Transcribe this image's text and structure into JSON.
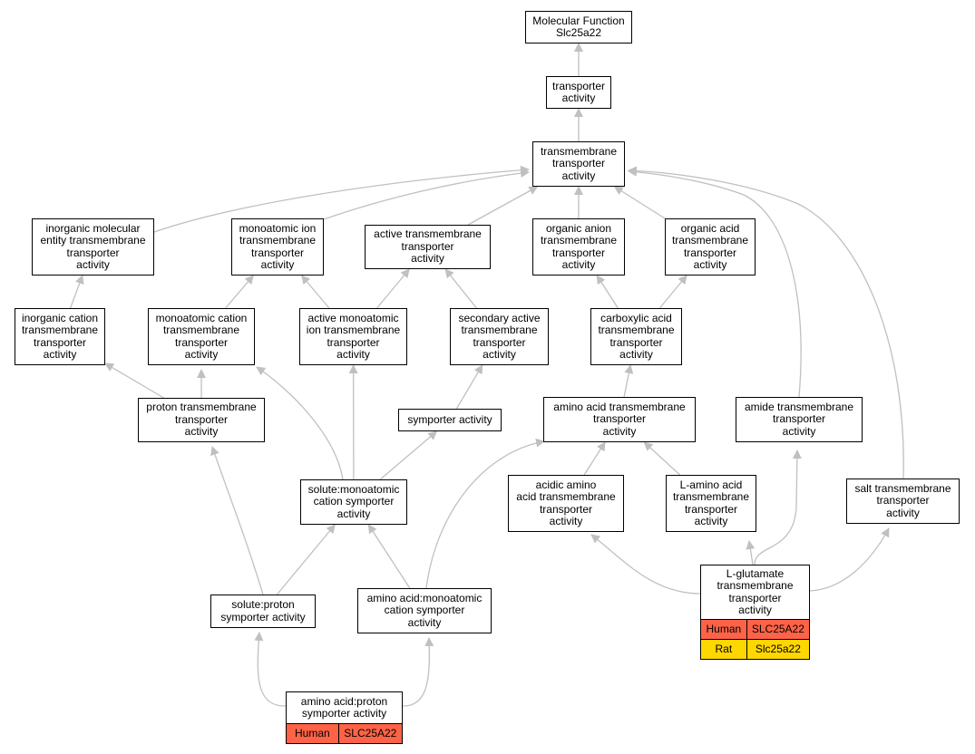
{
  "diagram": {
    "nodes": [
      {
        "id": "mf",
        "label": "Molecular Function\nSlc25a22"
      },
      {
        "id": "ta",
        "label": "transporter\nactivity"
      },
      {
        "id": "tmta",
        "label": "transmembrane\ntransporter\nactivity"
      },
      {
        "id": "imetta",
        "label": "inorganic molecular\nentity transmembrane\ntransporter\nactivity"
      },
      {
        "id": "mita",
        "label": "monoatomic ion\ntransmembrane\ntransporter\nactivity"
      },
      {
        "id": "atta",
        "label": "active transmembrane\ntransporter\nactivity"
      },
      {
        "id": "oata",
        "label": "organic anion\ntransmembrane\ntransporter\nactivity"
      },
      {
        "id": "oacta",
        "label": "organic acid\ntransmembrane\ntransporter\nactivity"
      },
      {
        "id": "icta",
        "label": "inorganic cation\ntransmembrane\ntransporter\nactivity"
      },
      {
        "id": "mcta",
        "label": "monoatomic cation\ntransmembrane\ntransporter\nactivity"
      },
      {
        "id": "amita",
        "label": "active monoatomic\nion transmembrane\ntransporter\nactivity"
      },
      {
        "id": "sata",
        "label": "secondary active\ntransmembrane\ntransporter\nactivity"
      },
      {
        "id": "cata",
        "label": "carboxylic acid\ntransmembrane\ntransporter\nactivity"
      },
      {
        "id": "pta",
        "label": "proton transmembrane\ntransporter\nactivity"
      },
      {
        "id": "sym",
        "label": "symporter activity"
      },
      {
        "id": "aata",
        "label": "amino acid transmembrane\ntransporter\nactivity"
      },
      {
        "id": "amta",
        "label": "amide transmembrane\ntransporter\nactivity"
      },
      {
        "id": "smcs",
        "label": "solute:monoatomic\ncation symporter\nactivity"
      },
      {
        "id": "acaata",
        "label": "acidic amino\nacid transmembrane\ntransporter\nactivity"
      },
      {
        "id": "laata",
        "label": "L-amino acid\ntransmembrane\ntransporter\nactivity"
      },
      {
        "id": "salt",
        "label": "salt transmembrane\ntransporter\nactivity"
      },
      {
        "id": "sps",
        "label": "solute:proton\nsymporter activity"
      },
      {
        "id": "aamcs",
        "label": "amino acid:monoatomic\ncation symporter\nactivity"
      },
      {
        "id": "lglu",
        "label": "L-glutamate\ntransmembrane\ntransporter\nactivity",
        "orthologs": [
          {
            "species": "Human",
            "gene": "SLC25A22",
            "color": "#ff6347"
          },
          {
            "species": "Rat",
            "gene": "Slc25a22",
            "color": "#ffd700"
          }
        ]
      },
      {
        "id": "aaps",
        "label": "amino acid:proton\nsymporter activity",
        "orthologs": [
          {
            "species": "Human",
            "gene": "SLC25A22",
            "color": "#ff6347"
          }
        ]
      }
    ],
    "edges": [
      [
        "ta",
        "mf"
      ],
      [
        "tmta",
        "ta"
      ],
      [
        "imetta",
        "tmta"
      ],
      [
        "mita",
        "tmta"
      ],
      [
        "atta",
        "tmta"
      ],
      [
        "oata",
        "tmta"
      ],
      [
        "oacta",
        "tmta"
      ],
      [
        "icta",
        "imetta"
      ],
      [
        "mcta",
        "mita"
      ],
      [
        "amita",
        "mita"
      ],
      [
        "amita",
        "atta"
      ],
      [
        "sata",
        "atta"
      ],
      [
        "cata",
        "oata"
      ],
      [
        "cata",
        "oacta"
      ],
      [
        "pta",
        "icta"
      ],
      [
        "pta",
        "mcta"
      ],
      [
        "sym",
        "sata"
      ],
      [
        "aata",
        "cata"
      ],
      [
        "amta",
        "tmta"
      ],
      [
        "salt",
        "tmta"
      ],
      [
        "smcs",
        "mcta"
      ],
      [
        "smcs",
        "amita"
      ],
      [
        "smcs",
        "sym"
      ],
      [
        "acaata",
        "aata"
      ],
      [
        "laata",
        "aata"
      ],
      [
        "sps",
        "pta"
      ],
      [
        "sps",
        "smcs"
      ],
      [
        "aamcs",
        "smcs"
      ],
      [
        "aamcs",
        "aata"
      ],
      [
        "lglu",
        "acaata"
      ],
      [
        "lglu",
        "laata"
      ],
      [
        "lglu",
        "amta"
      ],
      [
        "lglu",
        "salt"
      ],
      [
        "aaps",
        "sps"
      ],
      [
        "aaps",
        "aamcs"
      ]
    ],
    "edge_color": "#c0c0c0"
  }
}
